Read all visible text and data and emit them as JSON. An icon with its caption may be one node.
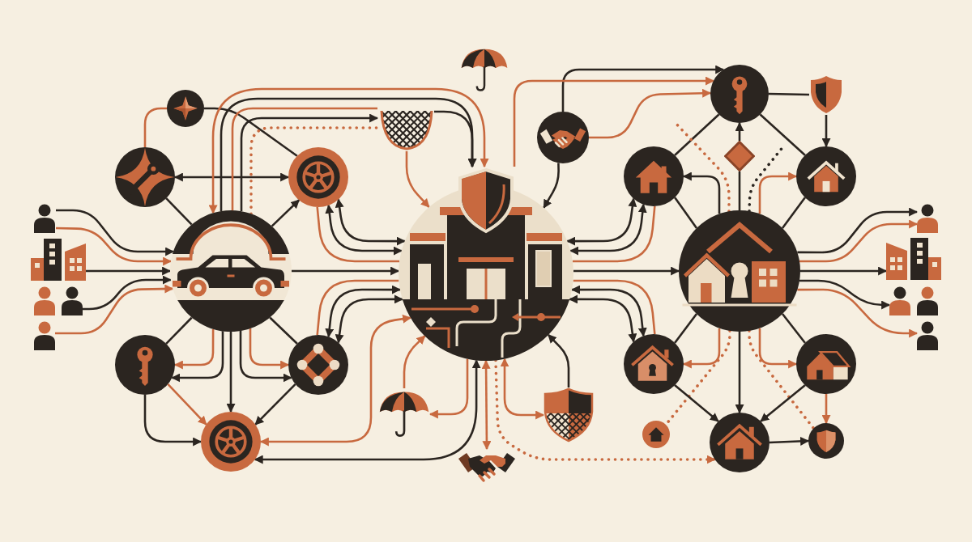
{
  "diagram": {
    "nodes": [
      {
        "text": [],
        "shape": "person"
      },
      {
        "text": [],
        "shape": "picture"
      },
      {
        "text": [],
        "shape": "person"
      },
      {
        "text": [],
        "shape": "person"
      },
      {
        "text": [],
        "shape": "circle"
      },
      {
        "text": [],
        "shape": "circle"
      },
      {
        "text": [],
        "shape": "circle"
      },
      {
        "text": [],
        "shape": "circle"
      },
      {
        "text": [],
        "shape": "circle"
      },
      {
        "text": [],
        "shape": "circle"
      },
      {
        "text": [],
        "shape": "circle"
      },
      {
        "text": [],
        "shape": "picture"
      },
      {
        "text": [],
        "shape": "picture"
      },
      {
        "text": [],
        "shape": "circle"
      },
      {
        "text": [],
        "shape": "circle"
      },
      {
        "text": [],
        "shape": "picture"
      },
      {
        "text": [],
        "shape": "picture"
      },
      {
        "text": [],
        "shape": "picture"
      },
      {
        "text": [],
        "shape": "circle"
      },
      {
        "text": [],
        "shape": "picture"
      },
      {
        "text": [],
        "shape": "diamond"
      },
      {
        "text": [],
        "shape": "circle"
      },
      {
        "text": [],
        "shape": "circle"
      },
      {
        "text": [],
        "shape": "circle"
      },
      {
        "text": [],
        "shape": "person"
      },
      {
        "text": [],
        "shape": "picture"
      },
      {
        "text": [],
        "shape": "person"
      },
      {
        "text": [],
        "shape": "person"
      },
      {
        "text": [],
        "shape": "circle"
      },
      {
        "text": [],
        "shape": "circle"
      },
      {
        "text": [],
        "shape": "circle"
      },
      {
        "text": [],
        "shape": "circle"
      },
      {
        "text": [],
        "shape": "circle"
      }
    ],
    "edges": [
      {
        "from": 0,
        "to": 7,
        "arrow": "to"
      },
      {
        "from": 0,
        "to": 7,
        "arrow": "to",
        "color": "#c8693f"
      },
      {
        "from": 1,
        "to": 7,
        "arrow": "to"
      },
      {
        "from": 2,
        "to": 7,
        "arrow": "to"
      },
      {
        "from": 3,
        "to": 7,
        "arrow": "to",
        "color": "#c8693f"
      },
      {
        "from": 4,
        "to": 5,
        "arrow": "none",
        "color": "#c8693f"
      },
      {
        "from": 4,
        "to": 6,
        "arrow": "none"
      },
      {
        "from": 5,
        "to": 6,
        "arrow": "both"
      },
      {
        "from": 5,
        "to": 7,
        "arrow": "none"
      },
      {
        "from": 7,
        "to": 6,
        "arrow": "to"
      },
      {
        "from": 7,
        "to": 14,
        "arrow": "both",
        "color": "#c8693f"
      },
      {
        "from": 7,
        "to": 14,
        "arrow": "to"
      },
      {
        "from": 7,
        "to": 12,
        "arrow": "none",
        "color": "#c8693f"
      },
      {
        "from": 7,
        "to": 12,
        "arrow": "to"
      },
      {
        "from": 7,
        "to": 12,
        "arrow": "none",
        "style": "dashed",
        "color": "#c8693f"
      },
      {
        "from": 12,
        "to": 14,
        "arrow": "to",
        "color": "#c8693f"
      },
      {
        "from": 12,
        "to": 14,
        "arrow": "to"
      },
      {
        "from": 6,
        "to": 14,
        "arrow": "both"
      },
      {
        "from": 6,
        "to": 14,
        "arrow": "both"
      },
      {
        "from": 6,
        "to": 14,
        "arrow": "none",
        "color": "#c8693f"
      },
      {
        "from": 7,
        "to": 14,
        "arrow": "to"
      },
      {
        "from": 9,
        "to": 14,
        "arrow": "both"
      },
      {
        "from": 9,
        "to": 14,
        "arrow": "both"
      },
      {
        "from": 9,
        "to": 14,
        "arrow": "none",
        "color": "#c8693f"
      },
      {
        "from": 7,
        "to": 8,
        "arrow": "none"
      },
      {
        "from": 7,
        "to": 9,
        "arrow": "none"
      },
      {
        "from": 7,
        "to": 8,
        "arrow": "to",
        "color": "#c8693f"
      },
      {
        "from": 7,
        "to": 8,
        "arrow": "to"
      },
      {
        "from": 7,
        "to": 10,
        "arrow": "to"
      },
      {
        "from": 7,
        "to": 9,
        "arrow": "to"
      },
      {
        "from": 7,
        "to": 9,
        "arrow": "to",
        "color": "#c8693f"
      },
      {
        "from": 8,
        "to": 10,
        "arrow": "to",
        "color": "#c8693f"
      },
      {
        "from": 8,
        "to": 10,
        "arrow": "to"
      },
      {
        "from": 9,
        "to": 10,
        "arrow": "to"
      },
      {
        "from": 14,
        "to": 10,
        "arrow": "both",
        "color": "#c8693f"
      },
      {
        "from": 14,
        "to": 10,
        "arrow": "both"
      },
      {
        "from": 15,
        "to": 14,
        "arrow": "to",
        "color": "#c8693f"
      },
      {
        "from": 14,
        "to": 15,
        "arrow": "to",
        "color": "#c8693f"
      },
      {
        "from": 14,
        "to": 17,
        "arrow": "both",
        "color": "#c8693f"
      },
      {
        "from": 14,
        "to": 16,
        "arrow": "both",
        "color": "#c8693f"
      },
      {
        "from": 16,
        "to": 14,
        "arrow": "to"
      },
      {
        "from": 14,
        "to": 31,
        "arrow": "to",
        "style": "dashed",
        "color": "#c8693f"
      },
      {
        "from": 13,
        "to": 14,
        "arrow": "to"
      },
      {
        "from": 13,
        "to": 18,
        "arrow": "to"
      },
      {
        "from": 13,
        "to": 18,
        "arrow": "to",
        "color": "#c8693f"
      },
      {
        "from": 14,
        "to": 18,
        "arrow": "to",
        "color": "#c8693f"
      },
      {
        "from": 14,
        "to": 21,
        "arrow": "both"
      },
      {
        "from": 14,
        "to": 21,
        "arrow": "both"
      },
      {
        "from": 14,
        "to": 21,
        "arrow": "none",
        "color": "#c8693f"
      },
      {
        "from": 14,
        "to": 23,
        "arrow": "to"
      },
      {
        "from": 14,
        "to": 28,
        "arrow": "none",
        "color": "#c8693f"
      },
      {
        "from": 14,
        "to": 28,
        "arrow": "both"
      },
      {
        "from": 14,
        "to": 28,
        "arrow": "both"
      },
      {
        "from": 18,
        "to": 19,
        "arrow": "none"
      },
      {
        "from": 19,
        "to": 22,
        "arrow": "to"
      },
      {
        "from": 18,
        "to": 21,
        "arrow": "none"
      },
      {
        "from": 18,
        "to": 22,
        "arrow": "none"
      },
      {
        "from": 20,
        "to": 18,
        "arrow": "to"
      },
      {
        "from": 23,
        "to": null,
        "arrow": "none",
        "style": "dashed",
        "color": "#c8693f"
      },
      {
        "from": 23,
        "to": null,
        "arrow": "none",
        "style": "dashed"
      },
      {
        "from": 23,
        "to": 21,
        "arrow": "to"
      },
      {
        "from": 23,
        "to": 20,
        "arrow": "none"
      },
      {
        "from": 23,
        "to": 22,
        "arrow": "to",
        "color": "#c8693f"
      },
      {
        "from": 21,
        "to": 23,
        "arrow": "none"
      },
      {
        "from": 22,
        "to": 23,
        "arrow": "none"
      },
      {
        "from": 23,
        "to": 24,
        "arrow": "to"
      },
      {
        "from": 23,
        "to": 24,
        "arrow": "to",
        "color": "#c8693f"
      },
      {
        "from": 23,
        "to": 25,
        "arrow": "to"
      },
      {
        "from": 23,
        "to": 26,
        "arrow": "to"
      },
      {
        "from": 23,
        "to": 27,
        "arrow": "to",
        "color": "#c8693f"
      },
      {
        "from": 23,
        "to": 28,
        "arrow": "none"
      },
      {
        "from": 23,
        "to": 29,
        "arrow": "none"
      },
      {
        "from": 23,
        "to": 28,
        "arrow": "to",
        "color": "#c8693f"
      },
      {
        "from": 23,
        "to": 29,
        "arrow": "to",
        "color": "#c8693f"
      },
      {
        "from": 23,
        "to": 31,
        "arrow": "to"
      },
      {
        "from": 23,
        "to": 30,
        "arrow": "none",
        "style": "dashed",
        "color": "#c8693f"
      },
      {
        "from": 23,
        "to": 32,
        "arrow": "none",
        "style": "dashed",
        "color": "#c8693f"
      },
      {
        "from": 28,
        "to": 31,
        "arrow": "to"
      },
      {
        "from": 29,
        "to": 31,
        "arrow": "to"
      },
      {
        "from": 29,
        "to": 32,
        "arrow": "to",
        "color": "#c8693f"
      },
      {
        "from": 31,
        "to": 32,
        "arrow": "to"
      }
    ]
  }
}
